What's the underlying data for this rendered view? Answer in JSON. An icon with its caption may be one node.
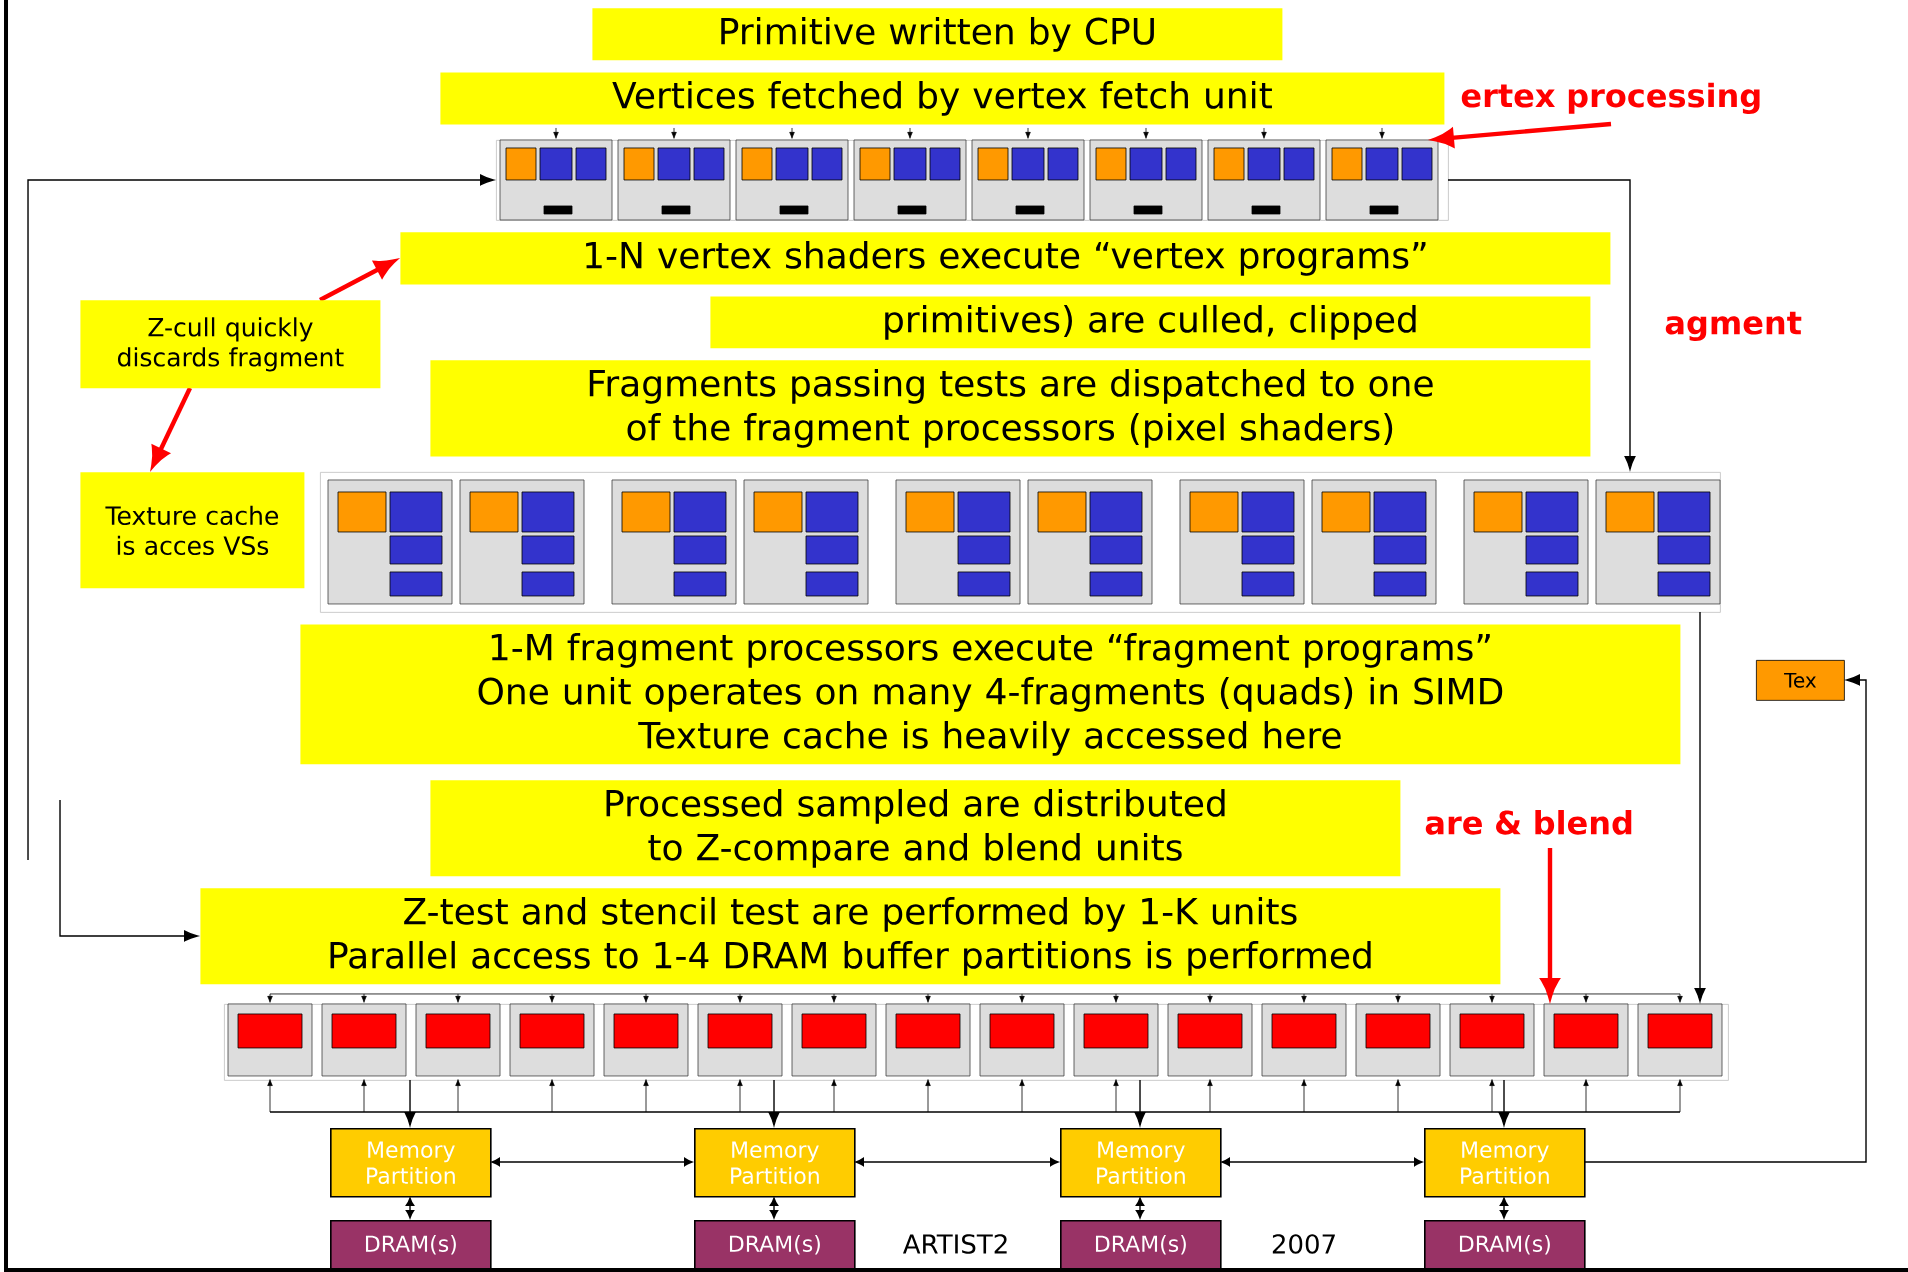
{
  "diagram": {
    "nodes": [
      {
        "text": [
          "Primitive written by CPU"
        ]
      },
      {
        "text": [
          "Vertices fetched by vertex fetch unit"
        ]
      },
      {
        "text": [
          "ertex processing"
        ]
      },
      {
        "text": [],
        "shape": "box"
      },
      {
        "text": [
          "1-N vertex shaders execute “vertex programs”"
        ]
      },
      {
        "text": [
          "Z-cull quickly discards fragment"
        ]
      },
      {
        "text": [
          "primitives) are culled, clipped"
        ]
      },
      {
        "text": [
          "agment"
        ]
      },
      {
        "text": [
          "Fragments passing tests are dispatched to one of the fragment processors (pixel shaders)"
        ]
      },
      {
        "text": [
          "Texture cache is acces VSs"
        ]
      },
      {
        "text": [],
        "shape": "box"
      },
      {
        "text": [
          "1-M fragment processors execute “fragment programs”",
          "One unit operates on many 4-fragments (quads) in SIMD",
          "Texture cache is heavily accessed here"
        ]
      },
      {
        "text": [
          "Tex"
        ]
      },
      {
        "text": [
          "Processed sampled are distributed to Z-compare and blend units"
        ]
      },
      {
        "text": [
          "are & blend"
        ]
      },
      {
        "text": [],
        "shape": "box"
      },
      {
        "text": [
          "Z-test and stencil test are performed by 1-K units",
          "Parallel access to 1-4 DRAM buffer partitions is performed"
        ]
      },
      {
        "text": [
          "Memory Partition"
        ]
      },
      {
        "text": [
          "Memory Partition"
        ]
      },
      {
        "text": [
          "Memory Partition"
        ]
      },
      {
        "text": [
          "Memory Partition"
        ]
      },
      {
        "text": [
          "DRAM(s)"
        ]
      },
      {
        "text": [
          "DRAM(s)"
        ]
      },
      {
        "text": [
          "DRAM(s)"
        ]
      },
      {
        "text": [
          "DRAM(s)"
        ]
      }
    ],
    "edges": [
      {
        "from": 2,
        "to": 3,
        "arrow": "to",
        "color": "#ff0000",
        "style": "thick"
      },
      {
        "from": 5,
        "to": 4,
        "arrow": "to",
        "color": "#ff0000",
        "style": "thick"
      },
      {
        "from": 5,
        "to": 9,
        "arrow": "to",
        "color": "#ff0000",
        "style": "thick"
      },
      {
        "from": 3,
        "to": 10,
        "arrow": "to"
      },
      {
        "from": 10,
        "to": 15,
        "arrow": "to"
      },
      {
        "from": 14,
        "to": 15,
        "arrow": "to",
        "color": "#ff0000",
        "style": "thick"
      },
      {
        "from": 15,
        "to": 17,
        "arrow": "to"
      },
      {
        "from": 15,
        "to": 18,
        "arrow": "to"
      },
      {
        "from": 15,
        "to": 19,
        "arrow": "to"
      },
      {
        "from": 15,
        "to": 20,
        "arrow": "to"
      },
      {
        "from": 17,
        "to": 18,
        "arrow": "both"
      },
      {
        "from": 18,
        "to": 19,
        "arrow": "both"
      },
      {
        "from": 19,
        "to": 20,
        "arrow": "both"
      },
      {
        "from": 17,
        "to": 21,
        "arrow": "both"
      },
      {
        "from": 18,
        "to": 22,
        "arrow": "both"
      },
      {
        "from": 19,
        "to": 23,
        "arrow": "both"
      },
      {
        "from": 20,
        "to": 24,
        "arrow": "both"
      },
      {
        "from": 20,
        "to": 12,
        "arrow": "to"
      },
      {
        "from": null,
        "to": 3,
        "arrow": "to"
      },
      {
        "from": null,
        "to": 16,
        "arrow": "to"
      }
    ],
    "labels": [
      "ARTIST2",
      "2007"
    ]
  }
}
